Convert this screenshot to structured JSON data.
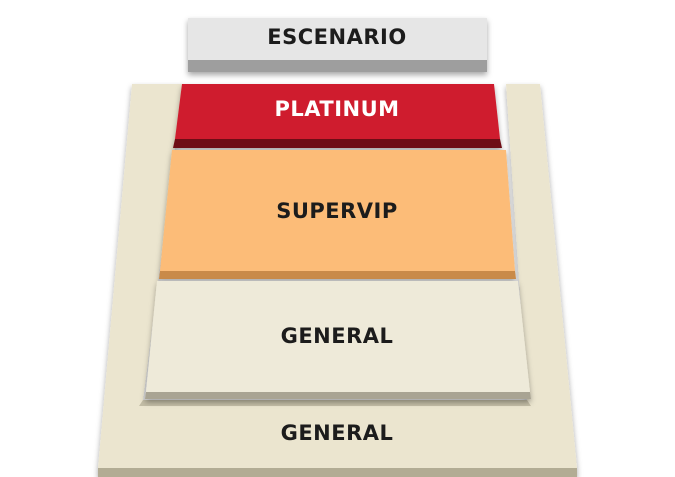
{
  "venue_map": {
    "zones": {
      "stage": {
        "label": "ESCENARIO"
      },
      "platinum": {
        "label": "PLATINUM"
      },
      "supervip": {
        "label": "SUPERVIP"
      },
      "general_floor": {
        "label": "GENERAL"
      },
      "general_outer": {
        "label": "GENERAL"
      }
    }
  },
  "colors": {
    "stage_top": "#e6e6e6",
    "stage_side": "#9e9e9e",
    "platinum_top": "#cf1f2e",
    "platinum_side": "#6e0c14",
    "supervip_top": "#fcbc78",
    "supervip_side": "#c98a4a",
    "general_top": "#eeead9",
    "general_side": "#a9a493",
    "outer_top": "#ebe5cf",
    "outer_side": "#b2ac94",
    "label_dark": "#1a1a1a",
    "label_light": "#ffffff"
  }
}
